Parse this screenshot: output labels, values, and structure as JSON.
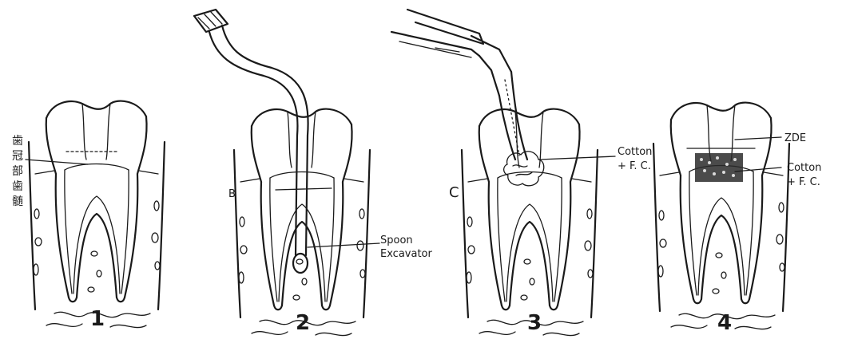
{
  "labels": {
    "vertical_label_chars": [
      "歯",
      "冠",
      "部",
      "歯",
      "髄"
    ],
    "spoon_excavator_line1": "Spoon",
    "spoon_excavator_line2": "Excavator",
    "cotton_fc_line1_panel3": "Cotton",
    "cotton_fc_line2_panel3": "+ F. C.",
    "zde": "ZDE",
    "cotton_fc_line1_panel4": "Cotton",
    "cotton_fc_line2_panel4": "+ F. C.",
    "letter_b": "B",
    "letter_c": "C"
  },
  "step_numbers": [
    "1",
    "2",
    "3",
    "4"
  ]
}
